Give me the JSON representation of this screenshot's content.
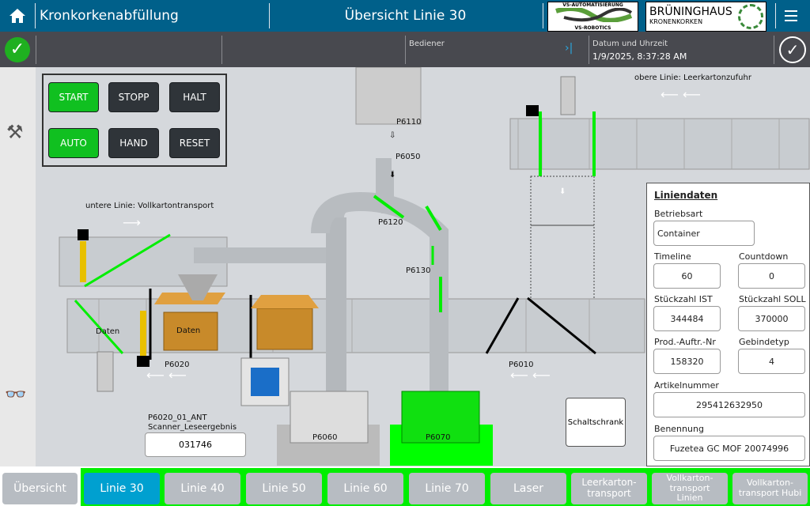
{
  "header": {
    "app_title": "Kronkorkenabfüllung",
    "screen_title": "Übersicht Linie 30",
    "logo1_top": "VS-AUTOMATISIERUNG",
    "logo1_bottom": "VS-ROBOTICS",
    "logo2_top": "BRÜNINGHAUS",
    "logo2_bottom": "KRONENKORKEN"
  },
  "status": {
    "operator_label": "Bediener",
    "datetime_label": "Datum und Uhrzeit",
    "datetime_value": "1/9/2025, 8:37:28 AM"
  },
  "controls": {
    "start": "START",
    "stopp": "STOPP",
    "halt": "HALT",
    "auto": "AUTO",
    "hand": "HAND",
    "reset": "RESET"
  },
  "diagram": {
    "upper_line": "obere Linie: Leerkartonzufuhr",
    "lower_line": "untere Linie: Vollkartontransport",
    "p6110": "P6110",
    "p6050": "P6050",
    "p6120": "P6120",
    "p6130": "P6130",
    "p6020": "P6020",
    "p6010": "P6010",
    "p6060": "P6060",
    "p6070": "P6070",
    "daten1": "Daten",
    "daten2": "Daten",
    "scanner_title1": "P6020_01_ANT",
    "scanner_title2": "Scanner_Leseergebnis",
    "scanner_value": "031746",
    "cabinet": "Schaltschrank"
  },
  "line_data": {
    "title": "Liniendaten",
    "betriebsart_label": "Betriebsart",
    "betriebsart": "Container",
    "timeline_label": "Timeline",
    "timeline": "60",
    "countdown_label": "Countdown",
    "countdown": "0",
    "ist_label": "Stückzahl IST",
    "ist": "344484",
    "soll_label": "Stückzahl SOLL",
    "soll": "370000",
    "auftrag_label": "Prod.-Auftr.-Nr",
    "auftrag": "158320",
    "gebinde_label": "Gebindetyp",
    "gebinde": "4",
    "artikel_label": "Artikelnummer",
    "artikel": "295412632950",
    "benennung_label": "Benennung",
    "benennung": "Fuzetea GC MOF 20074996"
  },
  "nav": [
    "Übersicht",
    "Linie 30",
    "Linie 40",
    "Linie 50",
    "Linie 60",
    "Linie 70",
    "Laser",
    "Leerkarton-transport",
    "Vollkarton-transport Linien",
    "Vollkarton-transport Hubi"
  ],
  "colors": {
    "header": "#00608a",
    "active": "#00a0d0",
    "green": "#00ff00"
  }
}
